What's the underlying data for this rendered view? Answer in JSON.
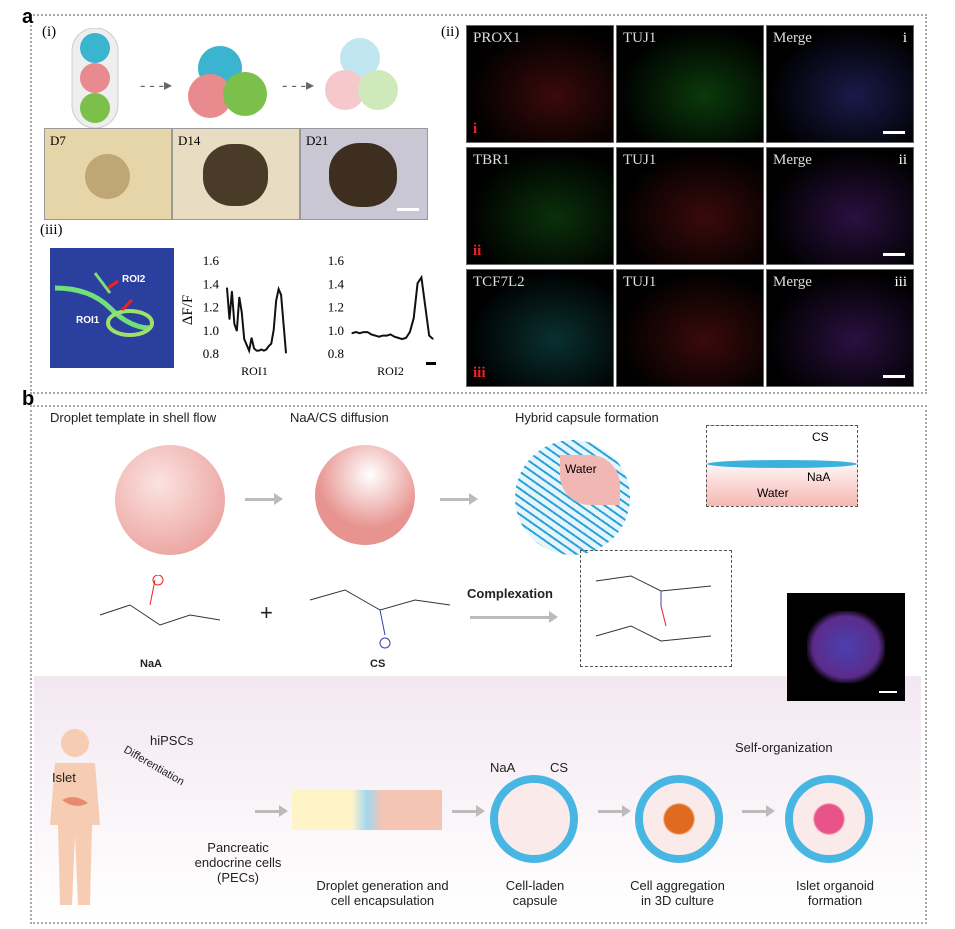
{
  "panel_a": {
    "label": "a",
    "sub_i": "(i)",
    "sub_ii": "(ii)",
    "sub_iii": "(iii)",
    "days": [
      "D7",
      "D14",
      "D21"
    ],
    "grid": [
      {
        "left": "PROX1",
        "mid": "TUJ1",
        "right": "Merge",
        "roman": "i",
        "row_label": "i"
      },
      {
        "left": "TBR1",
        "mid": "TUJ1",
        "right": "Merge",
        "roman": "ii",
        "row_label": "ii"
      },
      {
        "left": "TCF7L2",
        "mid": "TUJ1",
        "right": "Merge",
        "roman": "iii",
        "row_label": "iii"
      }
    ],
    "roi_labels": [
      "ROI2",
      "ROI1"
    ]
  },
  "chart_data": [
    {
      "type": "line",
      "title": "",
      "xlabel": "ROI1",
      "ylabel": "ΔF/F",
      "ylim": [
        0.8,
        1.6
      ],
      "yticks": [
        "1.6",
        "1.4",
        "1.2",
        "1.0",
        "0.8"
      ],
      "x": [
        0,
        1,
        2,
        3,
        4,
        5,
        6,
        7,
        8,
        9,
        10,
        11,
        12,
        13,
        14,
        15,
        16,
        17,
        18,
        19,
        20,
        21,
        22,
        23,
        24
      ],
      "values": [
        1.36,
        1.09,
        1.33,
        1.05,
        0.99,
        1.28,
        1.15,
        0.92,
        0.87,
        0.82,
        0.93,
        0.84,
        0.82,
        0.82,
        0.83,
        0.82,
        0.83,
        0.86,
        0.88,
        1.0,
        1.25,
        1.35,
        1.3,
        1.05,
        0.8
      ]
    },
    {
      "type": "line",
      "title": "",
      "xlabel": "ROI2",
      "ylabel": "",
      "ylim": [
        0.8,
        1.6
      ],
      "yticks": [
        "1.6",
        "1.4",
        "1.2",
        "1.0",
        "0.8"
      ],
      "x": [
        0,
        1,
        2,
        3,
        4,
        5,
        6,
        7,
        8,
        9,
        10,
        11,
        12,
        13,
        14,
        15,
        16,
        17,
        18,
        19,
        20,
        21
      ],
      "values": [
        0.97,
        0.98,
        0.97,
        0.98,
        0.98,
        0.96,
        0.95,
        0.94,
        0.95,
        0.95,
        0.96,
        0.94,
        0.93,
        0.92,
        0.93,
        0.98,
        1.1,
        1.4,
        1.45,
        1.2,
        0.95,
        0.92
      ]
    }
  ],
  "panel_b": {
    "label": "b",
    "steps": [
      "Droplet template in shell flow",
      "NaA/CS diffusion",
      "Hybrid capsule formation"
    ],
    "water": "Water",
    "inset_cs": "CS",
    "inset_naa": "NaA",
    "inset_water": "Water",
    "naa": "NaA",
    "cs": "CS",
    "plus": "+",
    "complexation": "Complexation",
    "hipsc": "hiPSCs",
    "islet": "Islet",
    "differentiation": "Differentiation",
    "pec": "Pancreatic endocrine cells (PECs)",
    "captions": [
      "Droplet generation and cell encapsulation",
      "Cell-laden capsule",
      "Cell aggregation in 3D culture",
      "Islet organoid formation"
    ],
    "cap_naa": "NaA",
    "cap_cs": "CS",
    "self_org": "Self-organization"
  }
}
